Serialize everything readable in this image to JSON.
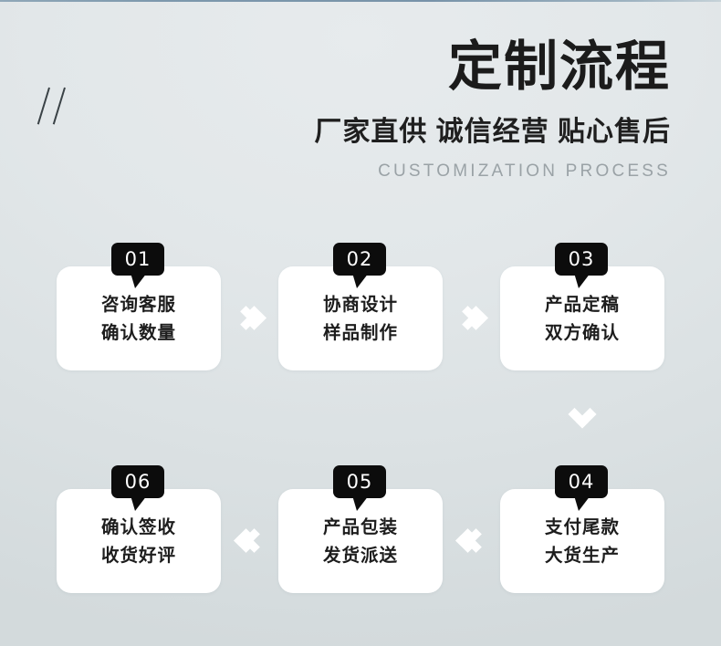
{
  "header": {
    "title_main": "定制流程",
    "title_sub": "厂家直供 诚信经营 贴心售后",
    "title_en": "CUSTOMIZATION PROCESS",
    "decoration": "//"
  },
  "colors": {
    "background_top": "#e7ebed",
    "background_bottom": "#d3dadc",
    "top_rule": "#7d98ad",
    "badge": "#0c0c0c",
    "card": "#ffffff",
    "text_dark": "#1b1b1b",
    "text_muted": "#9aa2a6",
    "arrow": "#ffffff"
  },
  "flow": {
    "top_row": [
      {
        "number": "01",
        "line1": "咨询客服",
        "line2": "确认数量"
      },
      {
        "number": "02",
        "line1": "协商设计",
        "line2": "样品制作"
      },
      {
        "number": "03",
        "line1": "产品定稿",
        "line2": "双方确认"
      }
    ],
    "bottom_row": [
      {
        "number": "06",
        "line1": "确认签收",
        "line2": "收货好评"
      },
      {
        "number": "05",
        "line1": "产品包装",
        "line2": "发货派送"
      },
      {
        "number": "04",
        "line1": "支付尾款",
        "line2": "大货生产"
      }
    ],
    "arrows": {
      "top_direction": "chevron-right-icon",
      "bottom_direction": "chevron-left-icon",
      "connector": "chevron-down-icon"
    }
  }
}
